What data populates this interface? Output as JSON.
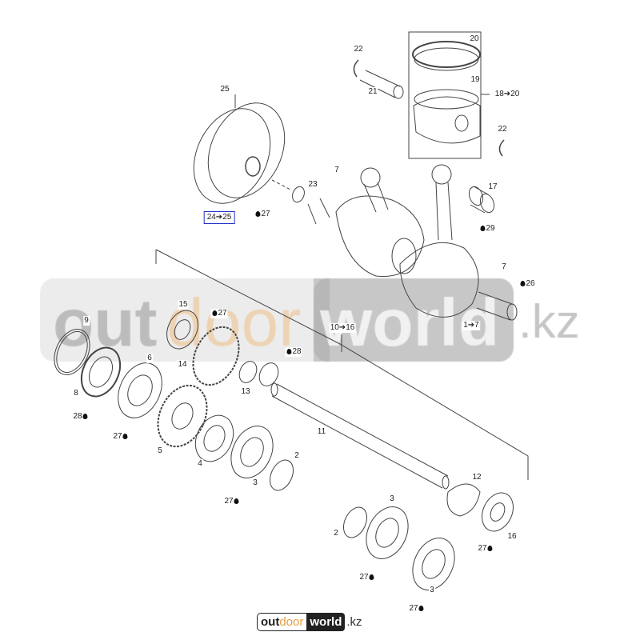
{
  "title": "Crankshaft and balancer shaft exploded parts diagram",
  "labels": [
    "20",
    "22",
    "19",
    "18➔20",
    "21",
    "25",
    "22",
    "7",
    "23",
    "17",
    "24➔25",
    "27",
    "29",
    "7",
    "26",
    "1➔7",
    "10➔16",
    "15",
    "27",
    "9",
    "6",
    "28",
    "14",
    "13",
    "8",
    "28",
    "27",
    "11",
    "5",
    "4",
    "2",
    "3",
    "27",
    "12",
    "3",
    "2",
    "16",
    "27",
    "27",
    "3",
    "27"
  ],
  "watermark": {
    "part1": "out",
    "part2": "door",
    "part3": "world",
    ".kz": ".kz"
  },
  "logo": {
    "out": "out",
    "door": "door",
    "world": "world",
    "kz": ".kz"
  },
  "colors": {
    "line": "#444444",
    "highlight_box": "#2230c8",
    "watermark_orange": "#e8a040"
  }
}
